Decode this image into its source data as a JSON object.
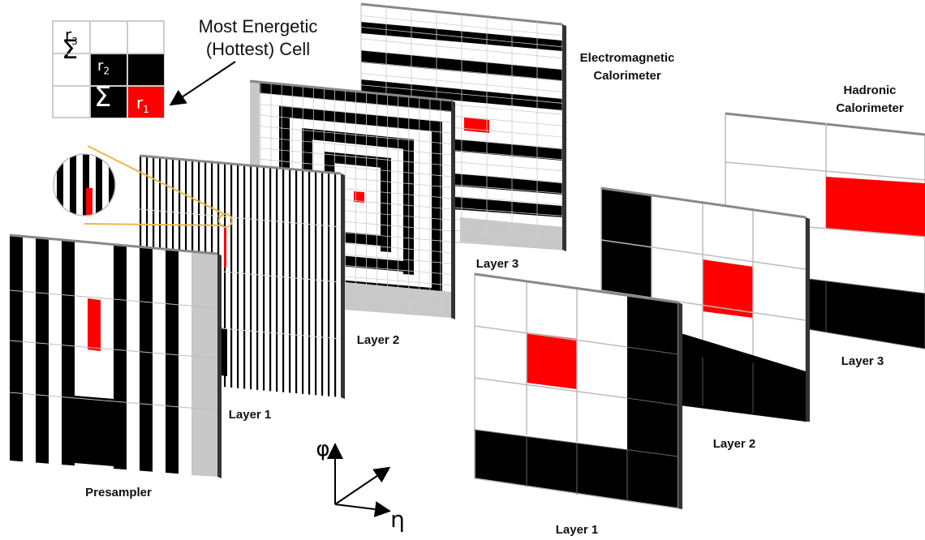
{
  "annotation": {
    "line1": "Most Energetic",
    "line2": "(Hottest) Cell"
  },
  "legend": {
    "r1": "r",
    "r1_sub": "1",
    "r2": "r",
    "r2_sub": "2",
    "r3": "r",
    "r3_sub": "3",
    "sigma": "Σ"
  },
  "labels": {
    "em_title_1": "Electromagnetic",
    "em_title_2": "Calorimeter",
    "had_title_1": "Hadronic",
    "had_title_2": "Calorimeter",
    "presampler": "Presampler",
    "em_layer1": "Layer 1",
    "em_layer2": "Layer 2",
    "em_layer3": "Layer 3",
    "had_layer1": "Layer 1",
    "had_layer2": "Layer 2",
    "had_layer3": "Layer 3"
  },
  "axes": {
    "phi": "φ",
    "eta": "η"
  },
  "colors": {
    "hot": "#ff0000",
    "filled": "#000000",
    "empty": "#ffffff",
    "grid": "#bbbbbb",
    "shade": "#c8c8c8",
    "zoom": "#e8b84a"
  }
}
